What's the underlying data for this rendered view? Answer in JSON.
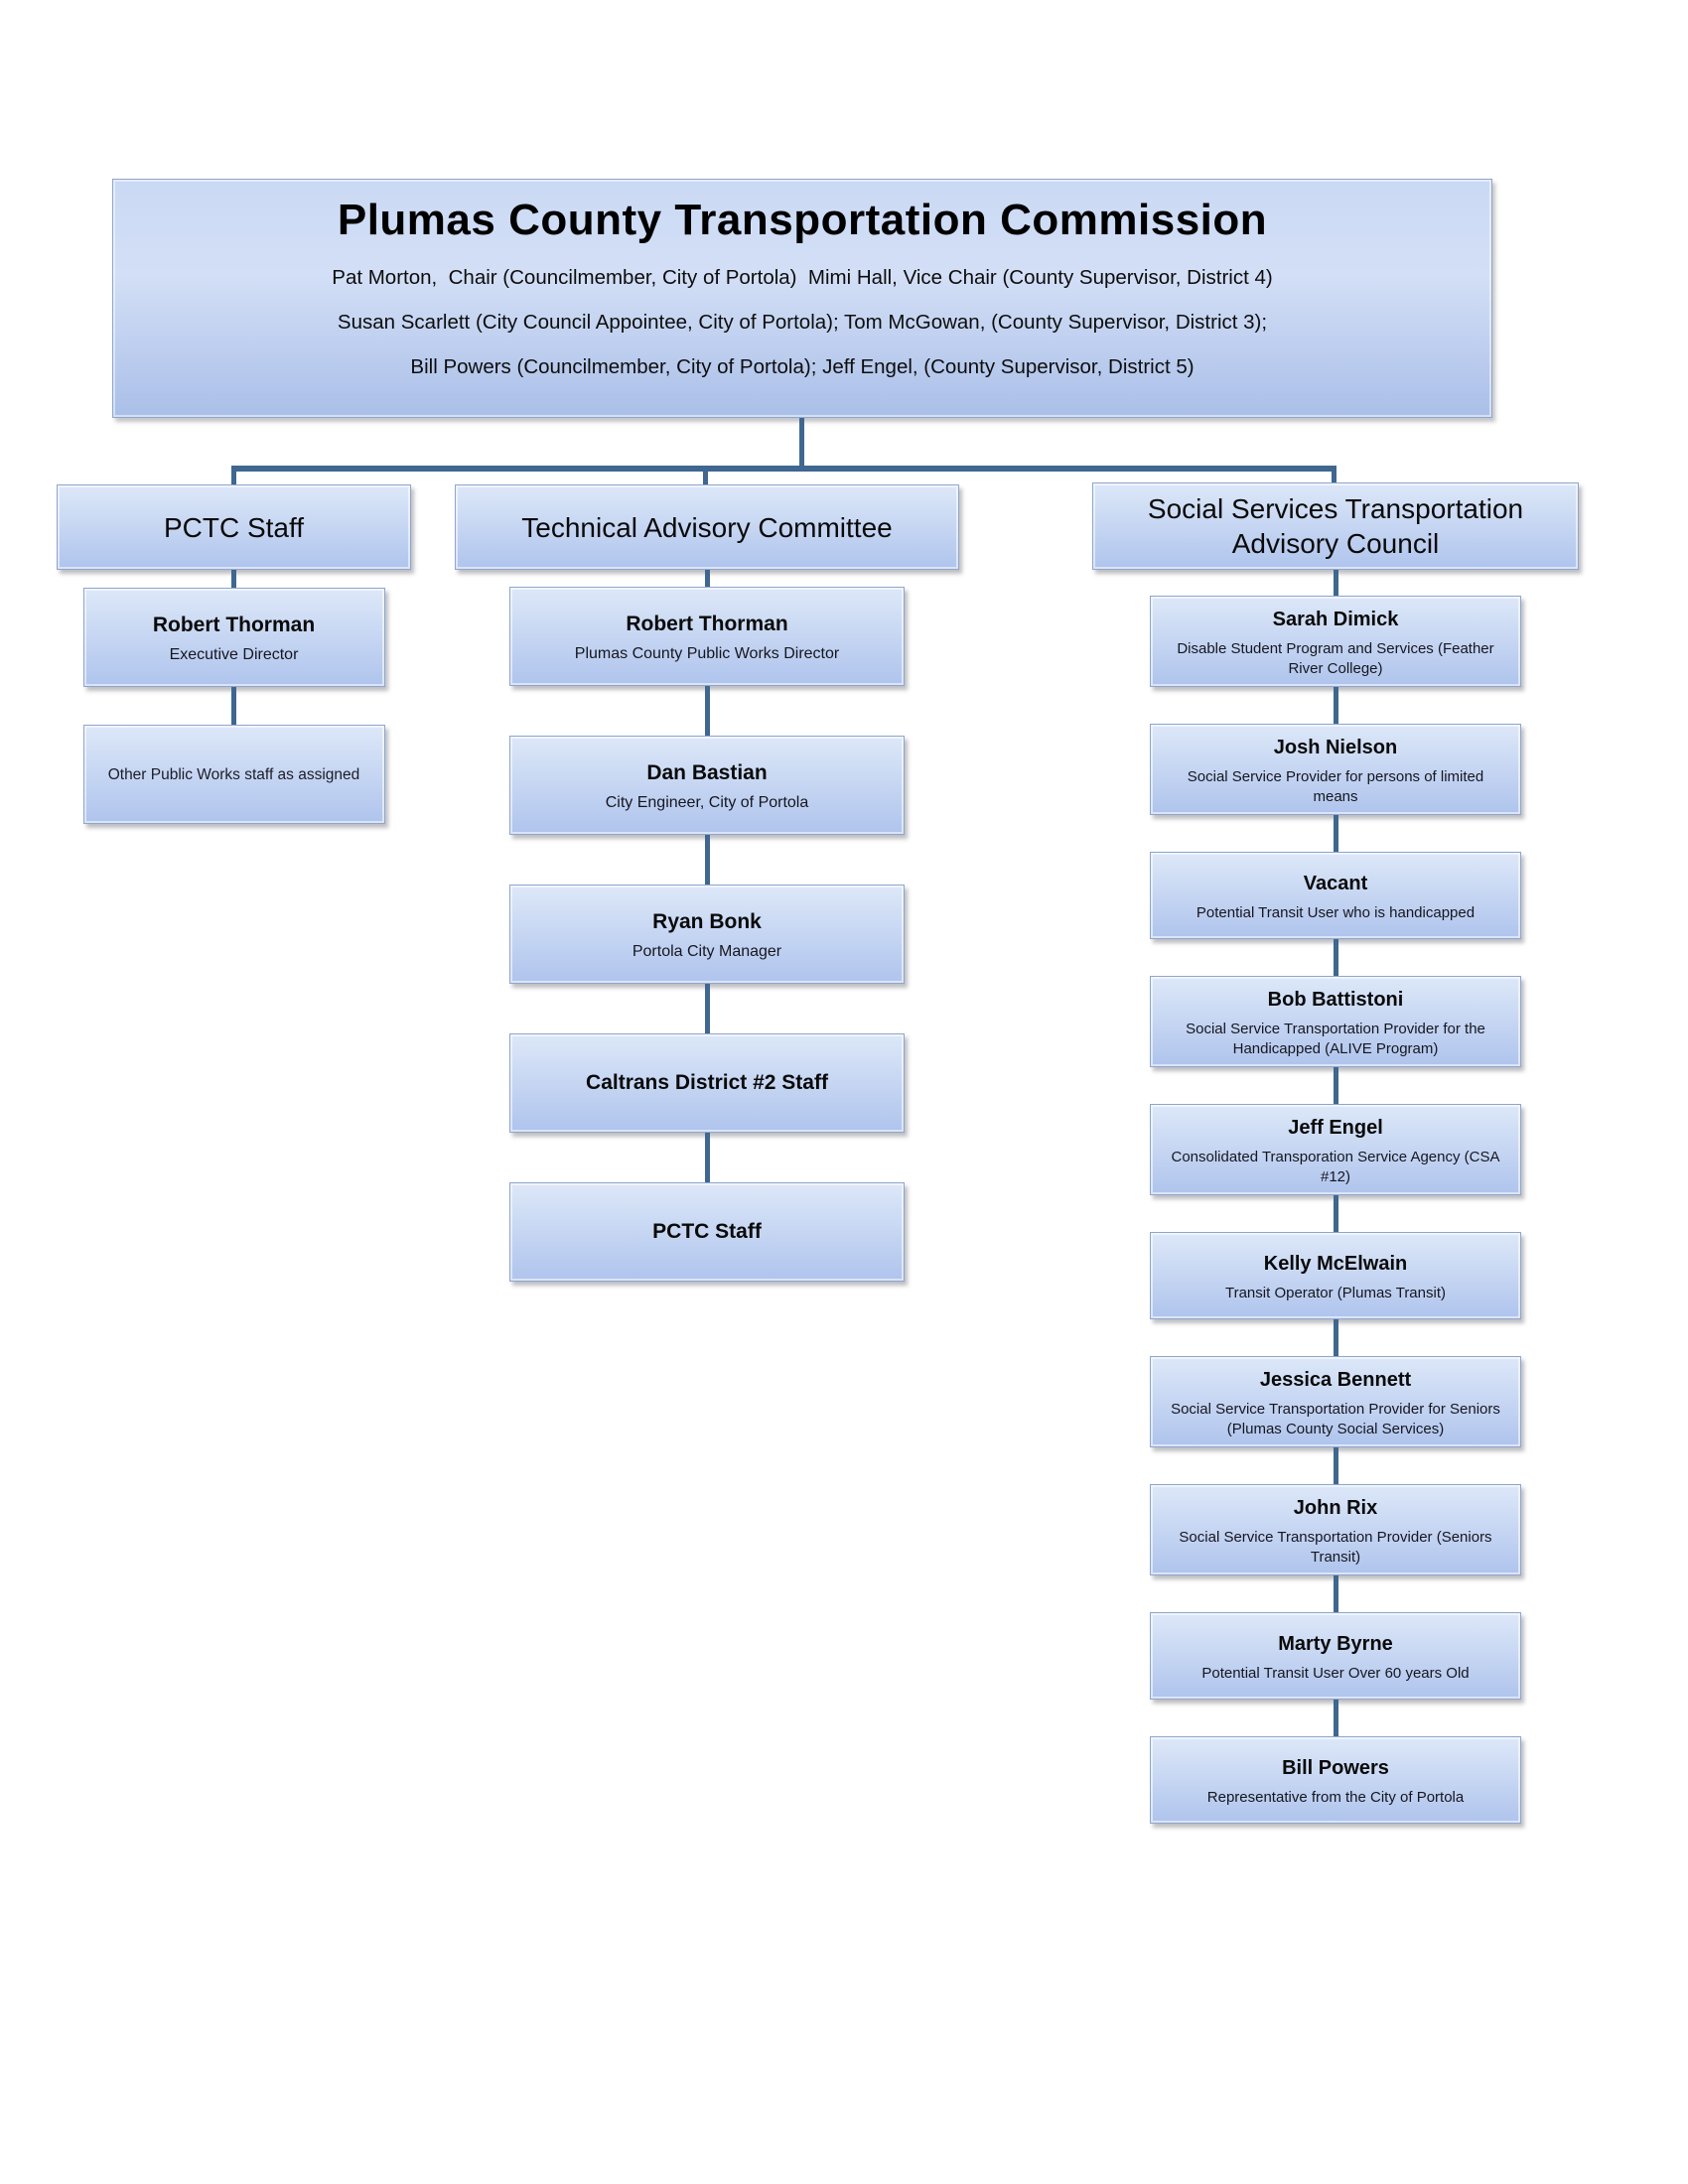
{
  "header": {
    "title": "Plumas County Transportation Commission",
    "members": [
      "Pat Morton,  Chair (Councilmember, City of Portola)  Mimi Hall, Vice Chair (County Supervisor, District 4)",
      "Susan Scarlett (City Council Appointee, City of Portola); Tom McGowan, (County Supervisor, District 3);",
      "Bill Powers (Councilmember, City of Portola); Jeff Engel, (County Supervisor, District 5)"
    ]
  },
  "columns": [
    {
      "title": "PCTC Staff",
      "boxes": [
        {
          "name": "Robert Thorman",
          "role": "Executive Director"
        },
        {
          "name": "",
          "role": "Other Public Works staff as assigned"
        }
      ]
    },
    {
      "title": "Technical Advisory Committee",
      "boxes": [
        {
          "name": "Robert Thorman",
          "role": "Plumas County Public Works Director"
        },
        {
          "name": "Dan Bastian",
          "role": "City Engineer, City of Portola"
        },
        {
          "name": "Ryan Bonk",
          "role": "Portola City Manager"
        },
        {
          "name": "Caltrans District #2 Staff",
          "role": ""
        },
        {
          "name": "PCTC Staff",
          "role": ""
        }
      ]
    },
    {
      "title": "Social Services Transportation Advisory Council",
      "boxes": [
        {
          "name": "Sarah Dimick",
          "role": "Disable Student Program and Services (Feather River College)"
        },
        {
          "name": "Josh Nielson",
          "role": "Social Service Provider for persons of limited means"
        },
        {
          "name": "Vacant",
          "role": "Potential Transit User who is handicapped"
        },
        {
          "name": "Bob Battistoni",
          "role": "Social Service Transportation Provider for the Handicapped (ALIVE Program)"
        },
        {
          "name": "Jeff Engel",
          "role": "Consolidated Transporation Service Agency (CSA #12)"
        },
        {
          "name": "Kelly McElwain",
          "role": "Transit Operator (Plumas Transit)"
        },
        {
          "name": "Jessica Bennett",
          "role": "Social Service Transportation Provider for Seniors (Plumas County Social Services)"
        },
        {
          "name": "John Rix",
          "role": "Social Service Transportation Provider (Seniors Transit)"
        },
        {
          "name": "Marty Byrne",
          "role": "Potential Transit User Over 60 years Old"
        },
        {
          "name": "Bill Powers",
          "role": "Representative from the City of Portola"
        }
      ]
    }
  ],
  "colors": {
    "connector": "#3F678F",
    "box_gradient_top": "#dde8f8",
    "box_gradient_bottom": "#afc4ed",
    "header_gradient_top": "#cad9f4",
    "header_gradient_bottom": "#aabfe8",
    "box_border": "#8fa6cc"
  }
}
